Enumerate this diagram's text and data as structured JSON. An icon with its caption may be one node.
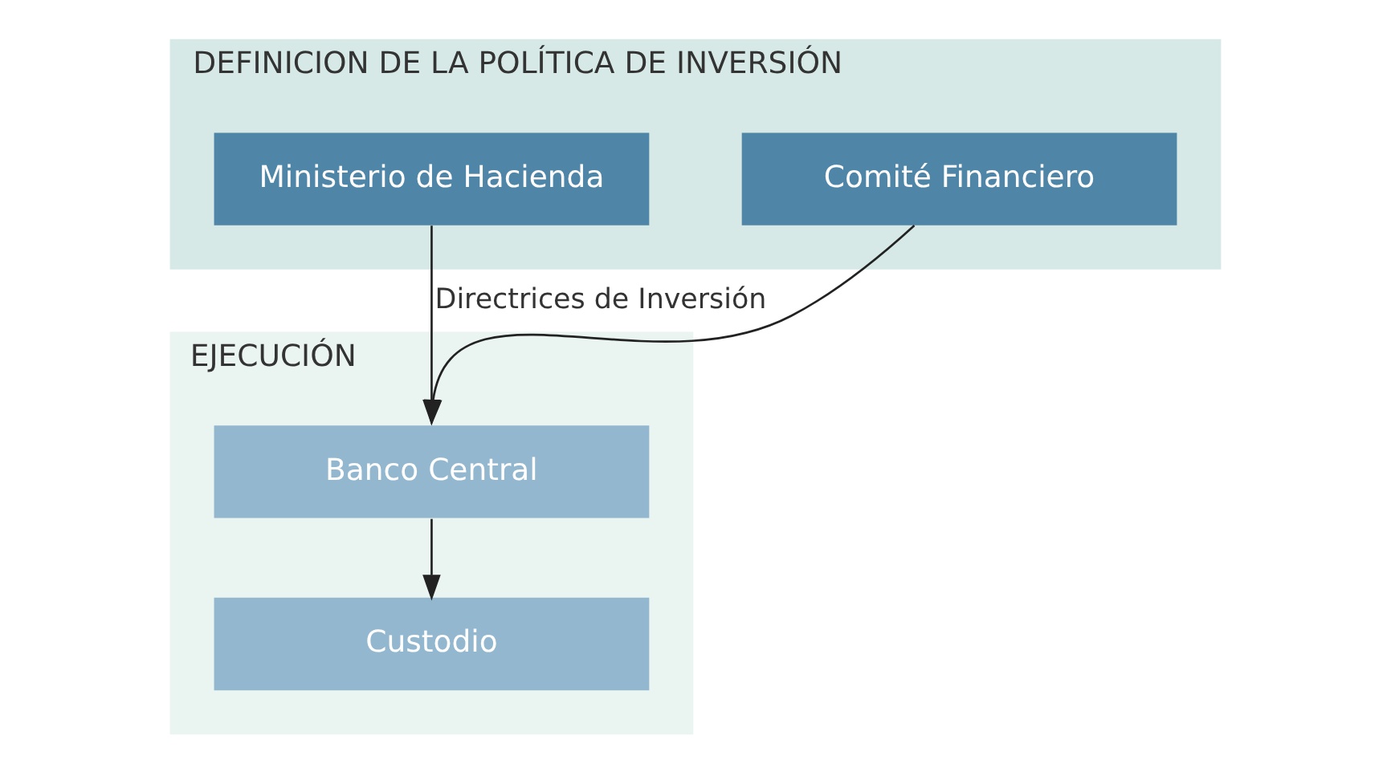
{
  "diagram": {
    "nodes": [
      {
        "text": [
          "DEFINICION DE LA POLÍTICA DE INVERSIÓN"
        ]
      },
      {
        "text": [
          "Ministerio de Hacienda"
        ],
        "in": 0
      },
      {
        "text": [
          "Comité Financiero"
        ],
        "in": 0
      },
      {
        "text": [
          "EJECUCIÓN"
        ]
      },
      {
        "text": [
          "Banco Central"
        ],
        "in": 3
      },
      {
        "text": [
          "Custodio"
        ],
        "in": 3
      }
    ],
    "edges": [
      {
        "from": 1,
        "to": 4,
        "arrow": "to",
        "label": "Directrices de Inversión"
      },
      {
        "from": 2,
        "to": 4,
        "arrow": "to"
      },
      {
        "from": 4,
        "to": 5,
        "arrow": "to"
      }
    ]
  }
}
